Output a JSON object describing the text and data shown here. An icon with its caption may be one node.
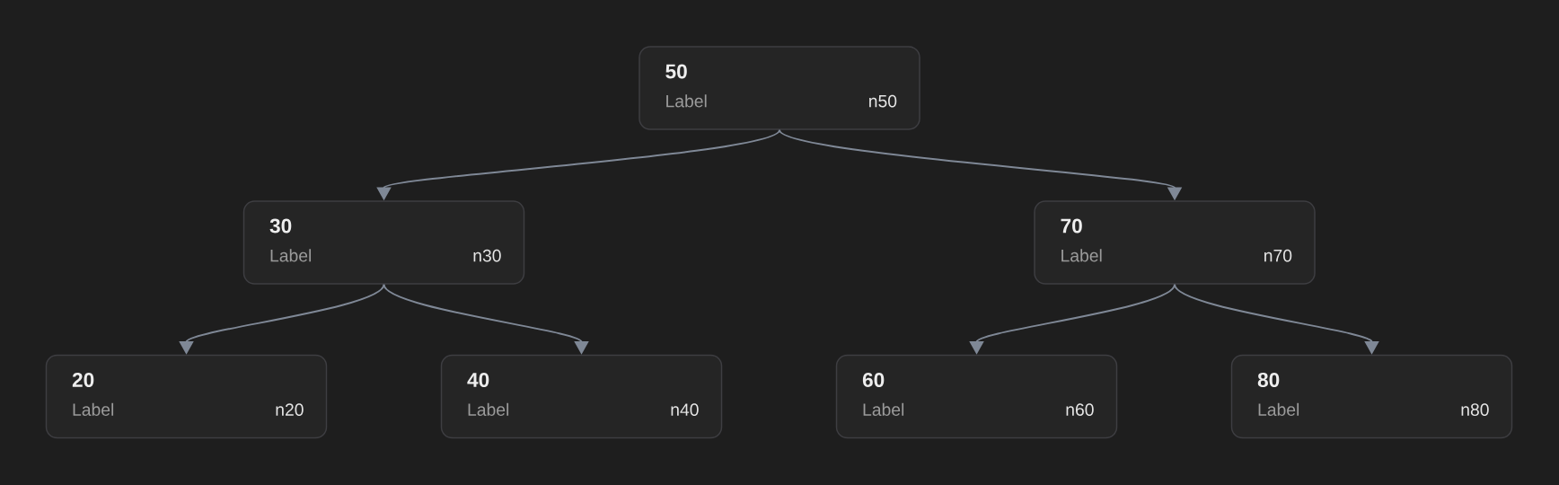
{
  "diagram": {
    "nodes": [
      {
        "text": [
          "50",
          "Label",
          "n50"
        ]
      },
      {
        "text": [
          "30",
          "Label",
          "n30"
        ]
      },
      {
        "text": [
          "70",
          "Label",
          "n70"
        ]
      },
      {
        "text": [
          "20",
          "Label",
          "n20"
        ]
      },
      {
        "text": [
          "40",
          "Label",
          "n40"
        ]
      },
      {
        "text": [
          "60",
          "Label",
          "n60"
        ]
      },
      {
        "text": [
          "80",
          "Label",
          "n80"
        ]
      }
    ],
    "edges": [
      {
        "from": 0,
        "to": 1,
        "arrow": "to"
      },
      {
        "from": 0,
        "to": 2,
        "arrow": "to"
      },
      {
        "from": 1,
        "to": 3,
        "arrow": "to"
      },
      {
        "from": 1,
        "to": 4,
        "arrow": "to"
      },
      {
        "from": 2,
        "to": 5,
        "arrow": "to"
      },
      {
        "from": 2,
        "to": 6,
        "arrow": "to"
      }
    ]
  }
}
